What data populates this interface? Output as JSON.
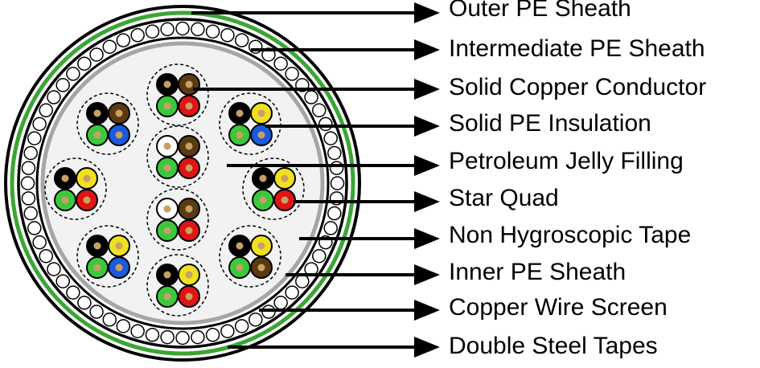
{
  "labels": [
    {
      "id": "outer-pe-sheath",
      "text": "Outer PE Sheath"
    },
    {
      "id": "intermediate-pe-sheath",
      "text": "Intermediate PE Sheath"
    },
    {
      "id": "solid-copper-conductor",
      "text": "Solid Copper Conductor"
    },
    {
      "id": "solid-pe-insulation",
      "text": "Solid PE Insulation"
    },
    {
      "id": "petroleum-jelly-filling",
      "text": "Petroleum Jelly Filling"
    },
    {
      "id": "star-quad",
      "text": "Star Quad"
    },
    {
      "id": "non-hygroscopic-tape",
      "text": "Non Hygroscopic Tape"
    },
    {
      "id": "inner-pe-sheath",
      "text": "Inner PE Sheath"
    },
    {
      "id": "copper-wire-screen",
      "text": "Copper Wire Screen"
    },
    {
      "id": "double-steel-tapes",
      "text": "Double Steel Tapes"
    }
  ],
  "colors": {
    "outline": "#000000",
    "steel_tape": "#3aa635",
    "inner_sheath": "#a6a6a6",
    "filling": "#f2f2f2",
    "copper_core": "#c8a064",
    "wire_black": "#000000",
    "wire_brown": "#5a3a10",
    "wire_green": "#3cc83c",
    "wire_blue": "#1a5adc",
    "wire_yellow": "#f0e020",
    "wire_red": "#e01414",
    "wire_white": "#ffffff"
  },
  "quads": [
    {
      "name": "quad-top",
      "wires": [
        "black",
        "brown",
        "green",
        "red"
      ]
    },
    {
      "name": "quad-upper-left",
      "wires": [
        "black",
        "brown",
        "green",
        "blue"
      ]
    },
    {
      "name": "quad-upper-right",
      "wires": [
        "black",
        "yellow",
        "green",
        "blue"
      ]
    },
    {
      "name": "quad-center-upper",
      "wires": [
        "white",
        "brown",
        "green",
        "red"
      ]
    },
    {
      "name": "quad-left",
      "wires": [
        "black",
        "yellow",
        "green",
        "red"
      ]
    },
    {
      "name": "quad-right",
      "wires": [
        "black",
        "yellow",
        "green",
        "red"
      ]
    },
    {
      "name": "quad-center-lower",
      "wires": [
        "white",
        "brown",
        "green",
        "red"
      ]
    },
    {
      "name": "quad-lower-left",
      "wires": [
        "black",
        "yellow",
        "green",
        "blue"
      ]
    },
    {
      "name": "quad-lower-right",
      "wires": [
        "black",
        "yellow",
        "green",
        "brown"
      ]
    },
    {
      "name": "quad-bottom",
      "wires": [
        "black",
        "yellow",
        "green",
        "red"
      ]
    }
  ]
}
